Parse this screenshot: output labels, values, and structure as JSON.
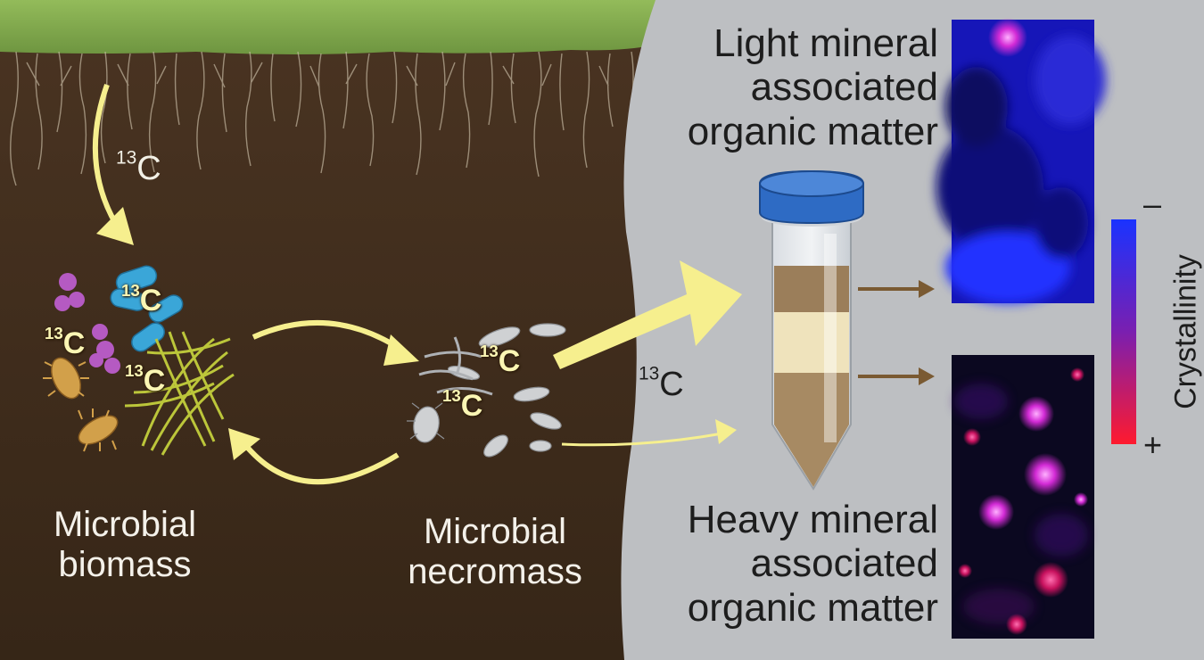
{
  "isotope": {
    "mass": "13",
    "symbol": "C"
  },
  "labels": {
    "biomass": [
      "Microbial",
      "biomass"
    ],
    "necromass": [
      "Microbial",
      "necromass"
    ],
    "light": [
      "Light mineral",
      "associated",
      "organic matter"
    ],
    "heavy": [
      "Heavy mineral",
      "associated",
      "organic matter"
    ]
  },
  "colorbar": {
    "title": "Crystallinity",
    "min_label": "–",
    "max_label": "+",
    "top_color": "#1a33ff",
    "bottom_color": "#ff1a2e"
  },
  "colors": {
    "soil": "#3d2b1c",
    "grass": "#7fa84a",
    "lab_panel": "#bdbfc2",
    "arrow": "#f6ef8e",
    "fraction_arrow": "#7a5a32"
  },
  "icons": [
    "root-hair-icon",
    "microbe-cell-icon",
    "fungal-hyphae-icon",
    "cell-debris-icon",
    "centrifuge-tube-icon",
    "arrow-icon"
  ]
}
